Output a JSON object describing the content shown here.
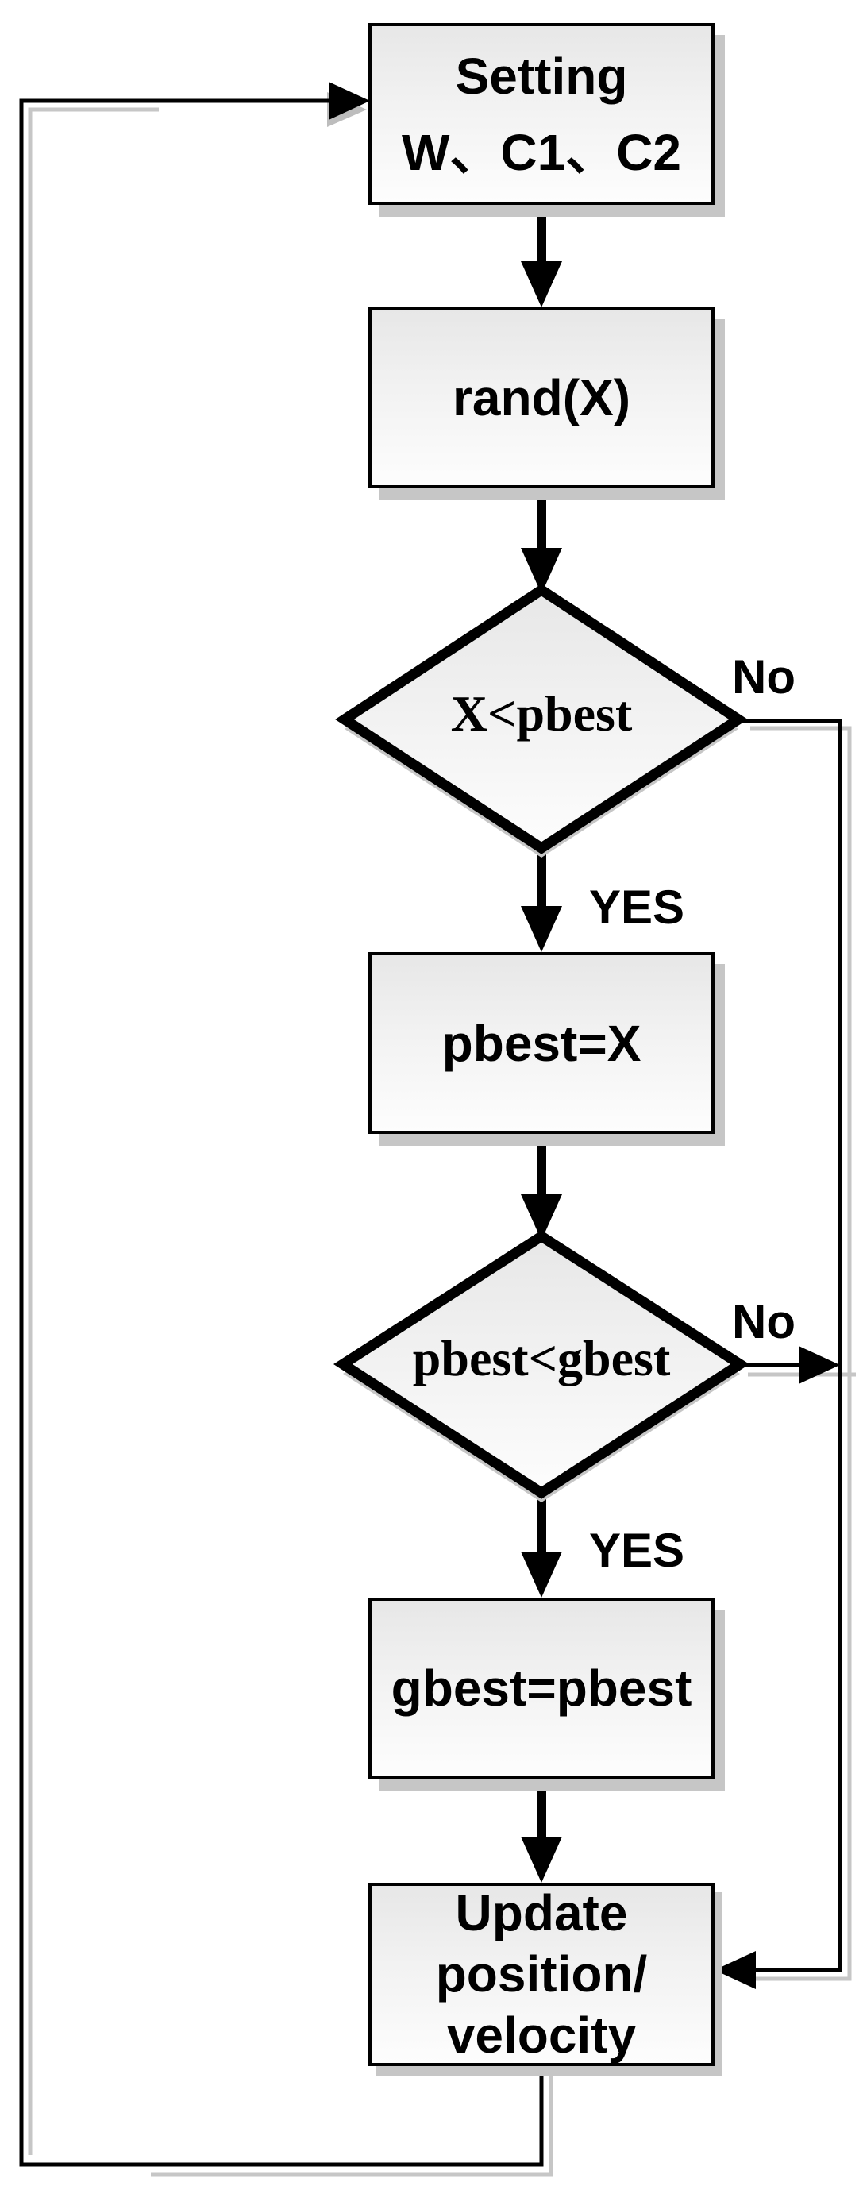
{
  "nodes": {
    "setting": {
      "line1": "Setting",
      "line2": "W、C1、C2"
    },
    "rand": {
      "label": "rand(X)"
    },
    "decision_x_pbest": {
      "label": "X<pbest"
    },
    "pbest_assign": {
      "label": "pbest=X"
    },
    "decision_pbest_gbest": {
      "label": "pbest<gbest"
    },
    "gbest_assign": {
      "label": "gbest=pbest"
    },
    "update": {
      "line1": "Update",
      "line2": "position/",
      "line3": "velocity"
    }
  },
  "edge_labels": {
    "decision1_no": "No",
    "decision1_yes": "YES",
    "decision2_no": "No",
    "decision2_yes": "YES"
  },
  "colors": {
    "stroke": "#000000",
    "node_fill_top": "#e7e7e7",
    "node_fill_bottom": "#fdfdfd",
    "shadow": "#c6c6c6",
    "background": "#ffffff"
  }
}
